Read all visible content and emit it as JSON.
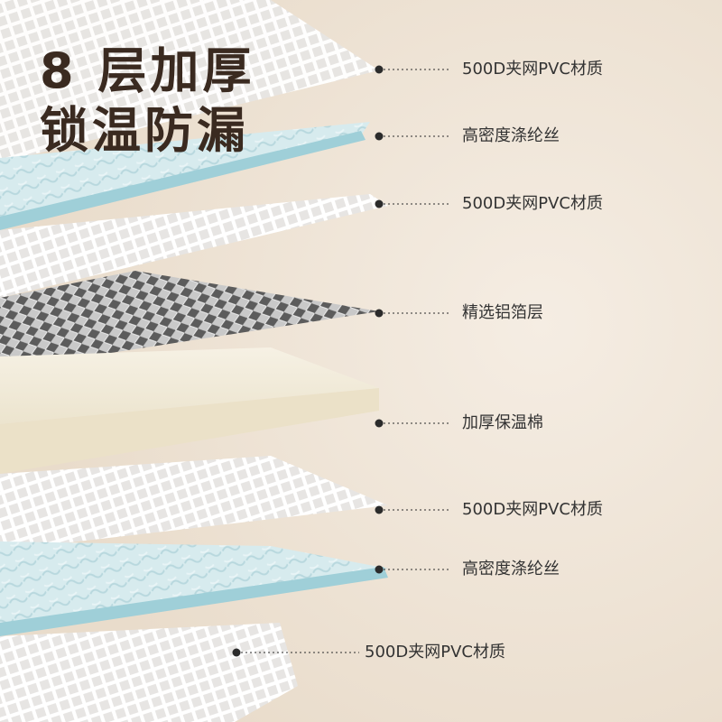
{
  "headline": {
    "line1": "8 层加厚",
    "line2": "锁温防漏"
  },
  "layers": [
    {
      "label": "500D夹网PVC材质",
      "kind": "mesh-white"
    },
    {
      "label": "高密度涤纶丝",
      "kind": "polyester-blue"
    },
    {
      "label": "500D夹网PVC材质",
      "kind": "mesh-white"
    },
    {
      "label": "精选铝箔层",
      "kind": "aluminum-foil"
    },
    {
      "label": "加厚保温棉",
      "kind": "foam-cotton"
    },
    {
      "label": "500D夹网PVC材质",
      "kind": "mesh-white"
    },
    {
      "label": "高密度涤纶丝",
      "kind": "polyester-blue"
    },
    {
      "label": "500D夹网PVC材质",
      "kind": "mesh-white"
    }
  ],
  "colors": {
    "background": "#efe4d6",
    "headline_text": "#3a2a20",
    "label_text": "#333333",
    "dot": "#2b2b2b",
    "mesh": "#ffffff",
    "polyester": "#cfe6ea",
    "polyester_edge": "#9fcfd8",
    "foil": "#9a9a9a",
    "foam": "#f3ecd9"
  }
}
